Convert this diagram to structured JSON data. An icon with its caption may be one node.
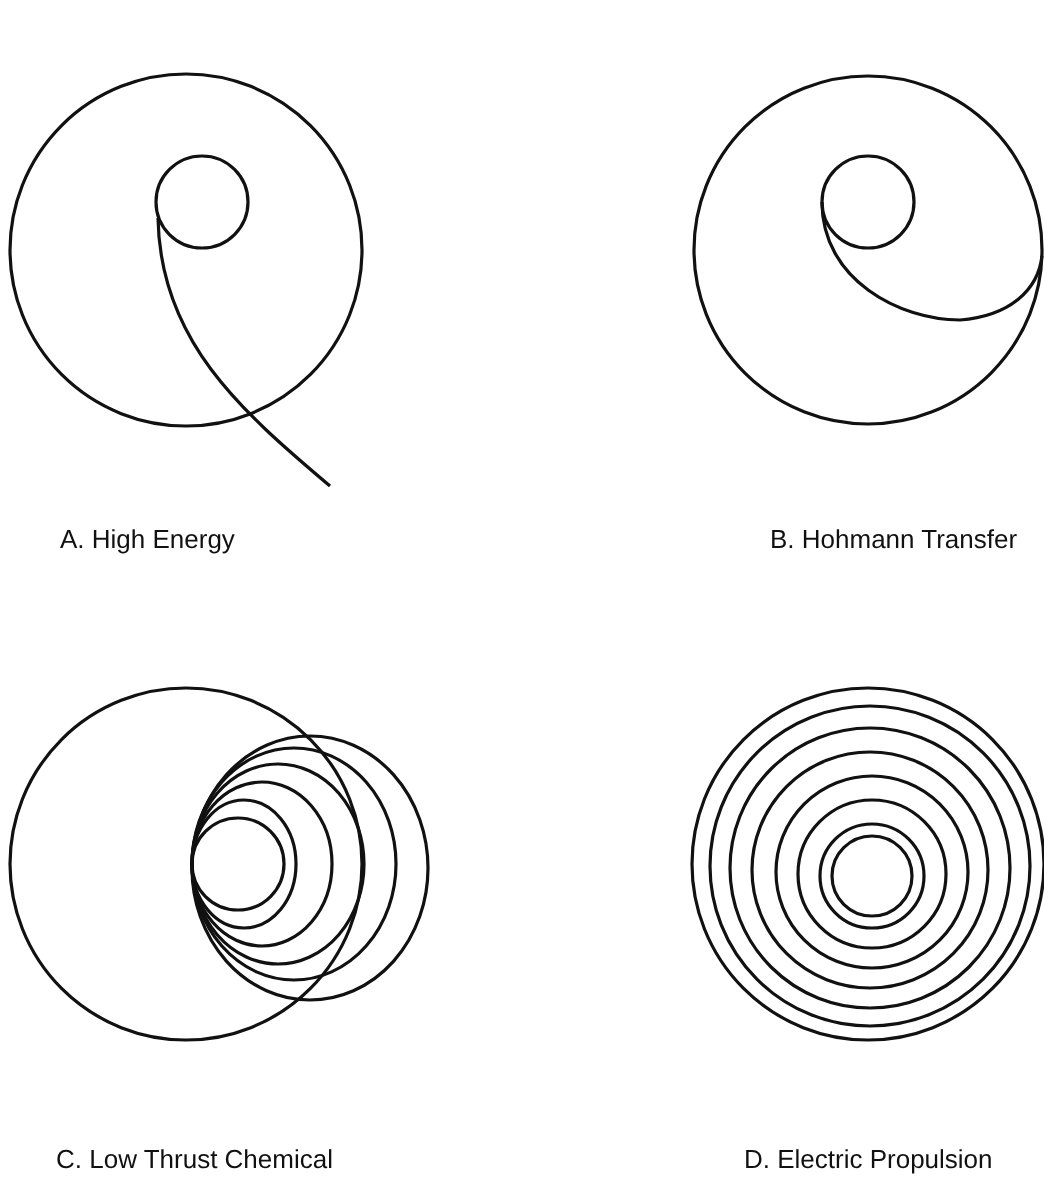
{
  "diagram": {
    "labels": [
      "A. High Energy",
      "B. Hohmann Transfer",
      "C. Low Thrust Chemical",
      "D. Electric Propulsion"
    ]
  }
}
